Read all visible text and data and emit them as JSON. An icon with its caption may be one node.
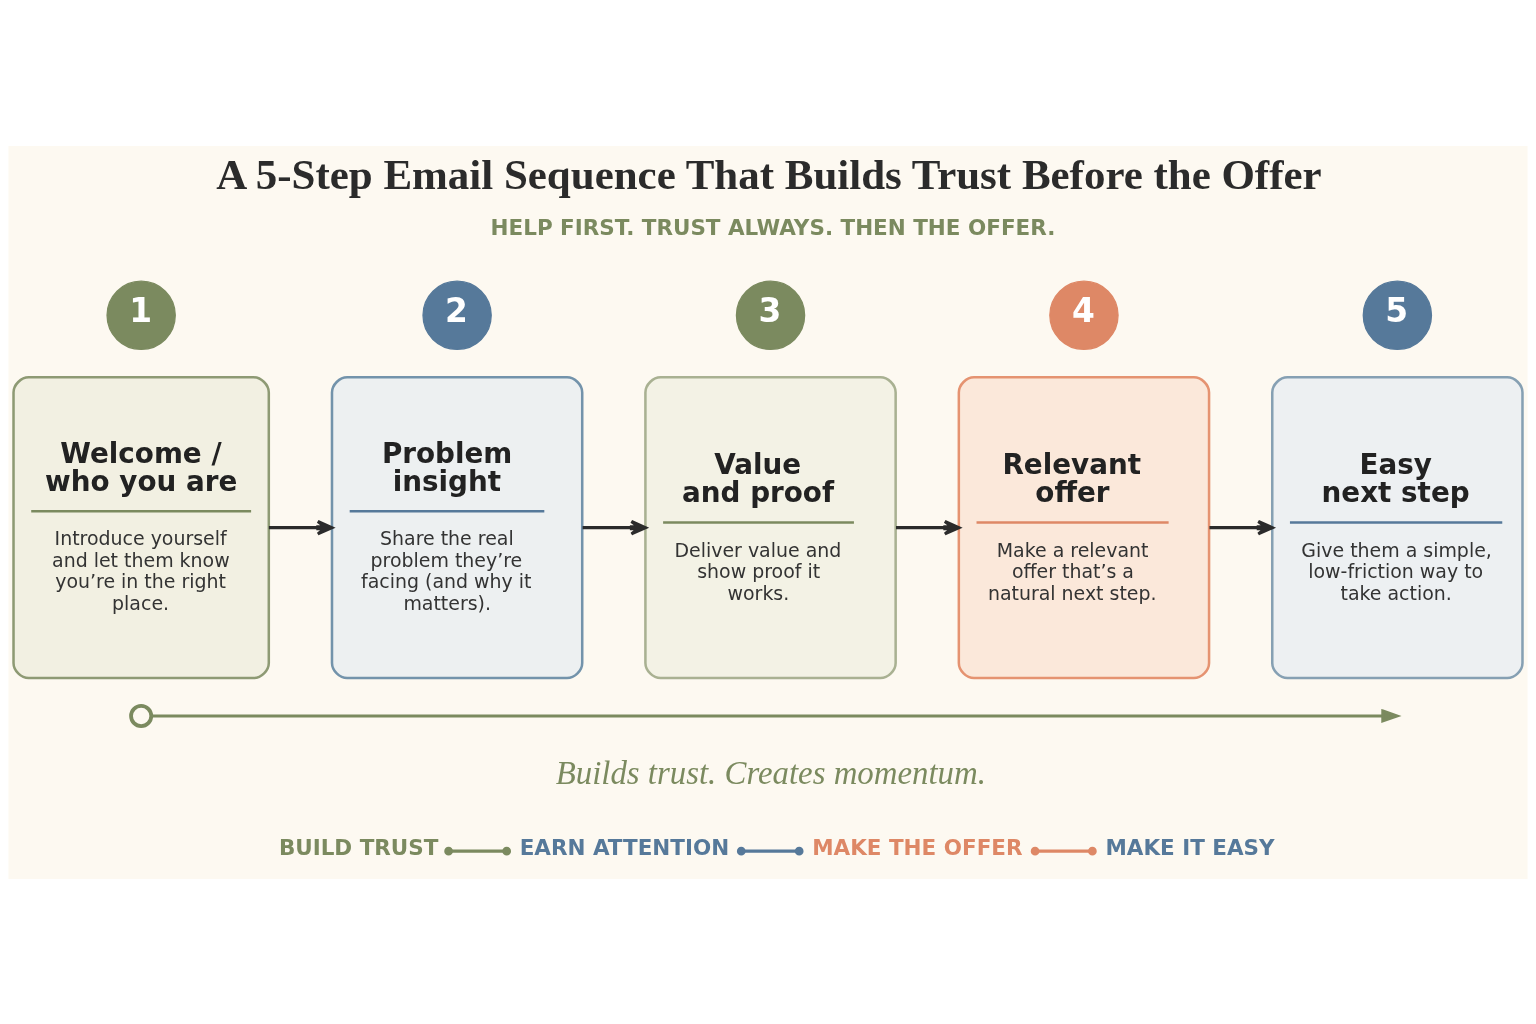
{
  "diagram": {
    "title": "A 5-Step Email Sequence That Builds Trust Before the Offer",
    "nodes": [
      {
        "text": [
          "1"
        ]
      },
      {
        "text": [
          "Welcome / who you are",
          "Introduce yourself and let them know you’re in the right place."
        ]
      },
      {
        "text": [
          "2"
        ]
      },
      {
        "text": [
          "Problem insight",
          "Share the real problem they’re facing (and why it matters)."
        ]
      },
      {
        "text": [
          "3"
        ]
      },
      {
        "text": [
          "Value and proof",
          "Deliver value and show proof it works."
        ]
      },
      {
        "text": [
          "4"
        ]
      },
      {
        "text": [
          "Relevant offer",
          "Make a relevant offer that’s a natural next step."
        ]
      },
      {
        "text": [
          "5"
        ]
      },
      {
        "text": [
          "Easy next step",
          "Give them a simple, low-friction way to take action."
        ]
      },
      {
        "text": [],
        "shape": "circle"
      },
      {
        "text": [
          "BUILD TRUST"
        ]
      },
      {
        "text": [
          "EARN ATTENTION"
        ]
      },
      {
        "text": [
          "MAKE THE OFFER"
        ]
      },
      {
        "text": [
          "MAKE IT EASY"
        ]
      }
    ],
    "edges": [
      {
        "from": 1,
        "to": 3,
        "arrow": "to"
      },
      {
        "from": 3,
        "to": 5,
        "arrow": "to"
      },
      {
        "from": 5,
        "to": 7,
        "arrow": "to"
      },
      {
        "from": 7,
        "to": 9,
        "arrow": "to"
      },
      {
        "from": 10,
        "to": null,
        "arrow": "to",
        "color": "#7b8a5f"
      },
      {
        "from": 11,
        "to": 12,
        "arrow": "other",
        "color": "#7b8a5f"
      },
      {
        "from": 12,
        "to": 13,
        "arrow": "other",
        "color": "#56799a"
      },
      {
        "from": 13,
        "to": 14,
        "arrow": "other",
        "color": "#de8866"
      }
    ],
    "labels": [
      "HELP FIRST. TRUST ALWAYS. THEN THE OFFER.",
      "Builds trust. Creates momentum."
    ]
  }
}
